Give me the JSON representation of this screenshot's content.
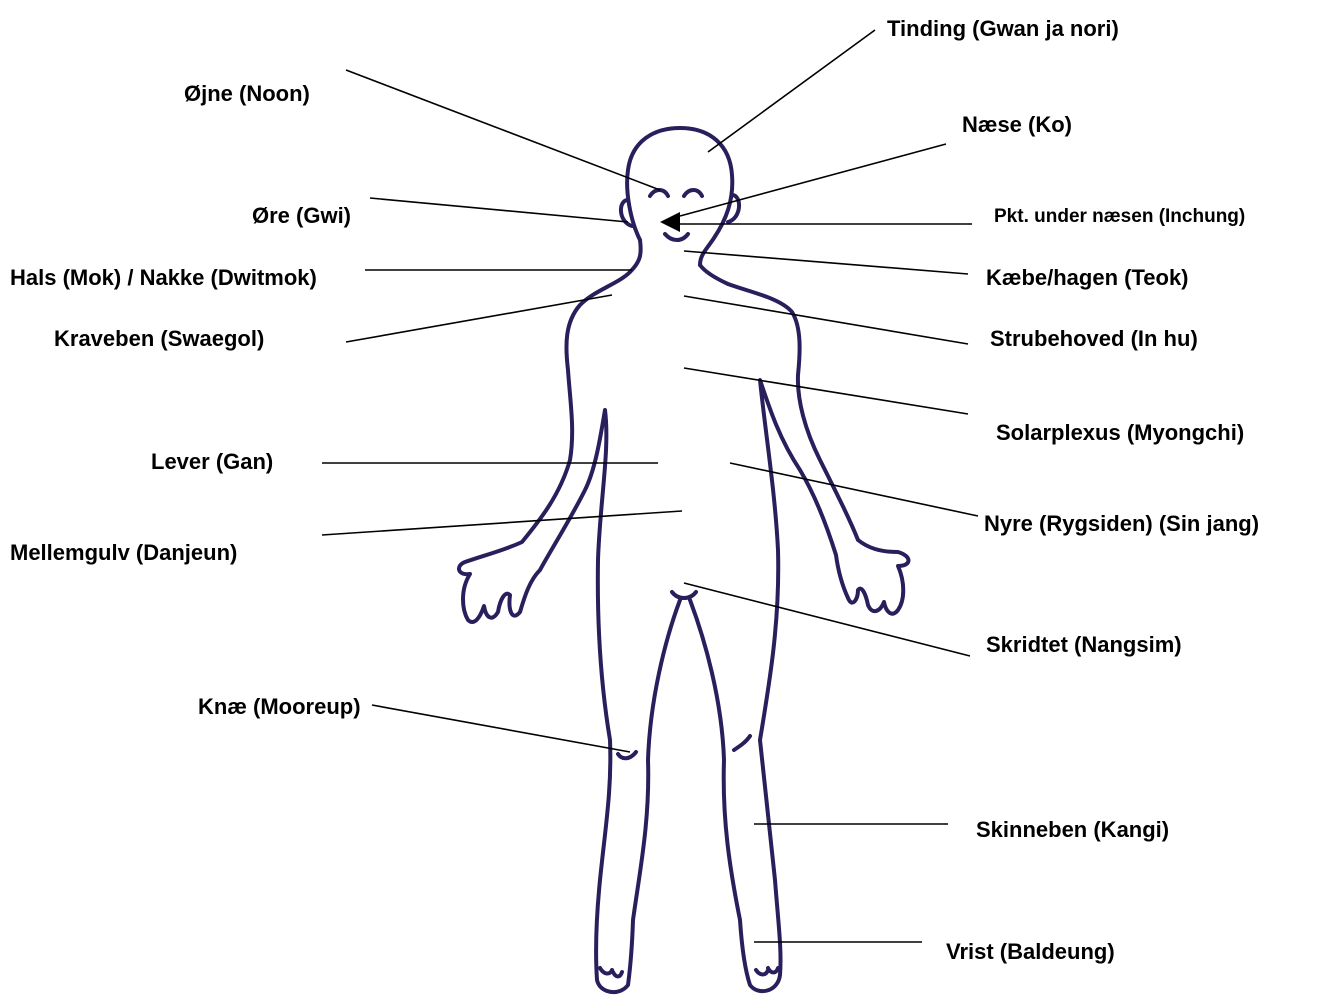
{
  "labels": {
    "tinding": "Tinding (Gwan ja nori)",
    "ojne": "Øjne (Noon)",
    "naese": "Næse (Ko)",
    "ore": "Øre (Gwi)",
    "inchung": "Pkt. under næsen (Inchung)",
    "hals": "Hals (Mok) / Nakke (Dwitmok)",
    "kaebe": "Kæbe/hagen (Teok)",
    "kraveben": "Kraveben (Swaegol)",
    "strube": "Strubehoved (In hu)",
    "solar": "Solarplexus (Myongchi)",
    "lever": "Lever (Gan)",
    "nyre": "Nyre (Rygsiden) (Sin jang)",
    "mellemgulv": "Mellemgulv (Danjeun)",
    "skridt": "Skridtet (Nangsim)",
    "knae": "Knæ (Mooreup)",
    "skinneben": "Skinneben (Kangi)",
    "vrist": "Vrist (Baldeung)"
  },
  "colors": {
    "outline": "#2a1f5c",
    "leader": "#000000"
  }
}
